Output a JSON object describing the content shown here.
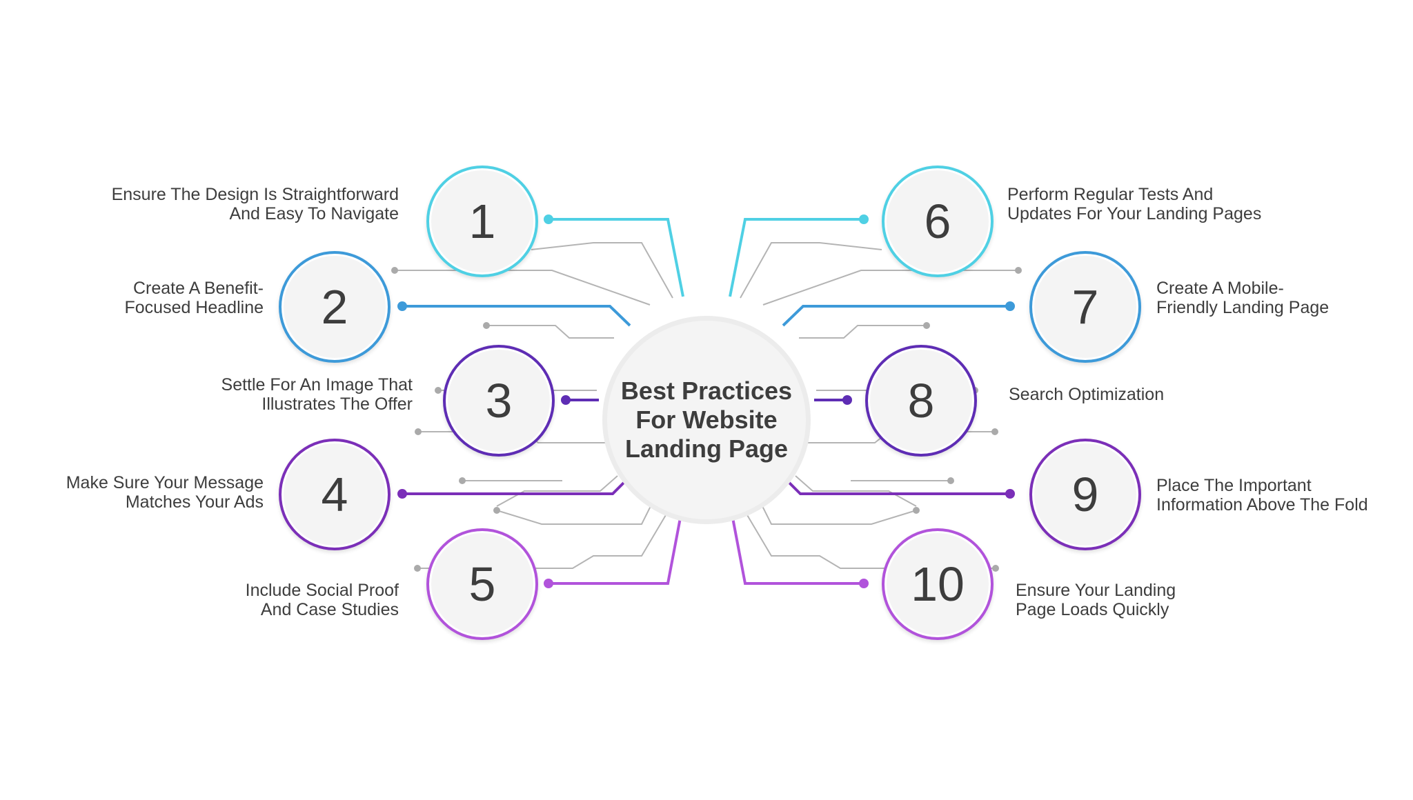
{
  "title": "Best Practices For Website Landing Page",
  "items": [
    {
      "number": "1",
      "text": "Ensure The Design Is Straightforward\nAnd Easy To Navigate",
      "color": "#4fd0e4"
    },
    {
      "number": "2",
      "text": "Create A Benefit-\nFocused Headline",
      "color": "#3d9ad9"
    },
    {
      "number": "3",
      "text": "Settle For An Image That\nIllustrates The Offer",
      "color": "#5e2db4"
    },
    {
      "number": "4",
      "text": "Make Sure Your Message\nMatches Your Ads",
      "color": "#7b2fb8"
    },
    {
      "number": "5",
      "text": "Include Social Proof\nAnd Case Studies",
      "color": "#b153db"
    },
    {
      "number": "6",
      "text": "Perform Regular Tests And\nUpdates For Your Landing Pages",
      "color": "#4fd0e4"
    },
    {
      "number": "7",
      "text": "Create A Mobile-\nFriendly Landing Page",
      "color": "#3d9ad9"
    },
    {
      "number": "8",
      "text": "Search Optimization",
      "color": "#5e2db4"
    },
    {
      "number": "9",
      "text": "Place The Important\nInformation Above The Fold",
      "color": "#7b2fb8"
    },
    {
      "number": "10",
      "text": "Ensure Your Landing\nPage Loads Quickly",
      "color": "#b153db"
    }
  ],
  "colors": {
    "connector_gray": "#aaaaaa",
    "text": "#3d3d3d",
    "background": "#ffffff"
  }
}
